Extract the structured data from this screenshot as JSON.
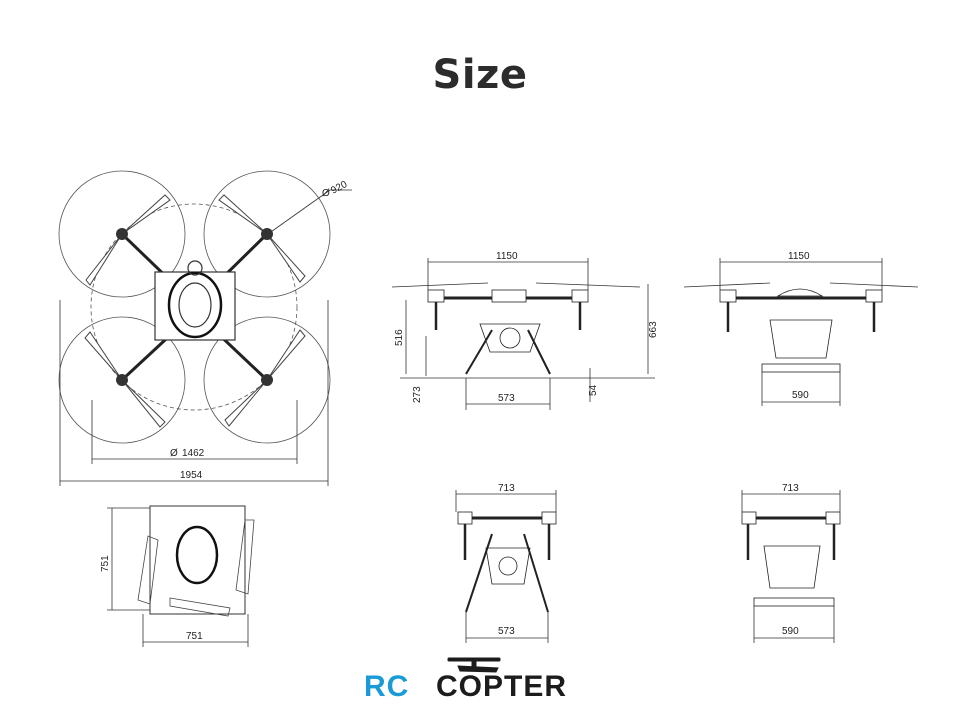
{
  "title": "Size",
  "dimensions": {
    "top_prop_diameter": "920",
    "top_rotor_circle": "1462",
    "top_span": "1954",
    "folded_height": "751",
    "folded_width": "751",
    "side_span": "1150",
    "side_height_516": "516",
    "side_height_663": "663",
    "side_ground_273": "273",
    "side_leg_573": "573",
    "side_foot_54": "54",
    "front_span": "1150",
    "front_base_590": "590",
    "small_side_713": "713",
    "small_side_573": "573",
    "small_front_713": "713",
    "small_front_590": "590"
  },
  "logo": {
    "part1": "RC",
    "part2": "COPTER",
    "color_rc": "#1a9ad6",
    "color_copter": "#1c1c1c"
  }
}
